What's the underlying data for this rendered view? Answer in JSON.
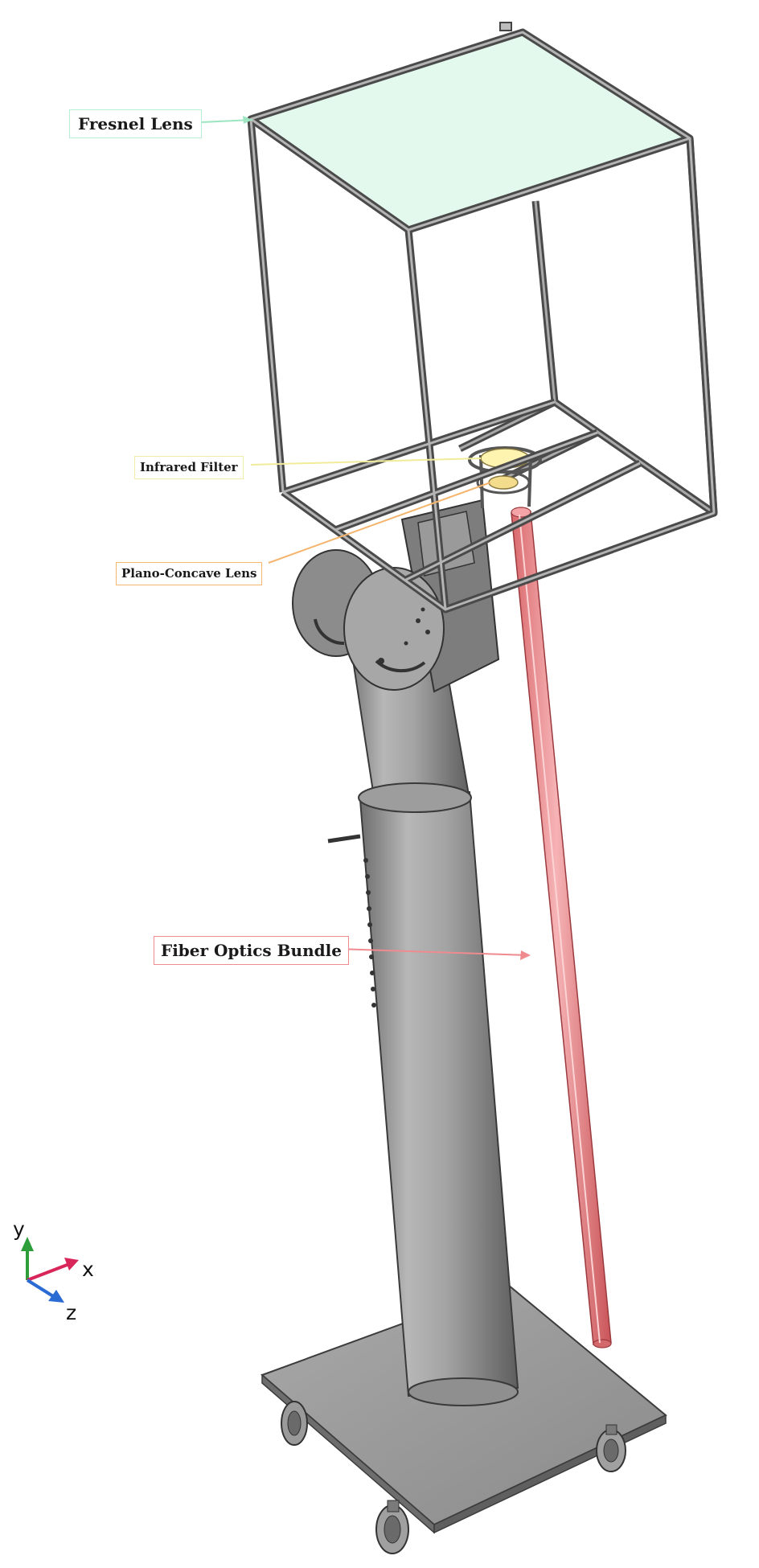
{
  "labels": {
    "fresnel_lens": "Fresnel Lens",
    "infrared_filter": "Infrared Filter",
    "plano_concave_lens": "Plano-Concave Lens",
    "fiber_optics_bundle": "Fiber Optics Bundle"
  },
  "axes": {
    "y": "y",
    "x": "x",
    "z": "z"
  },
  "colors": {
    "fresnel_lens": "#e4f9ee",
    "infrared_filter": "#fff3b0",
    "plano_concave_lens": "#f3dc8c",
    "fiber_optics_bundle": "#f08e91",
    "metal": "#8c8c8c",
    "axis_x": "#d9265a",
    "axis_y": "#2e9e3a",
    "axis_z": "#2b6bd4"
  }
}
